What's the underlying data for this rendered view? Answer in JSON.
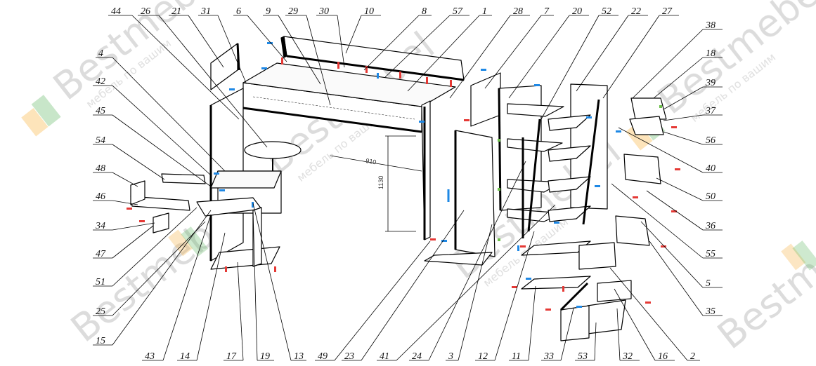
{
  "diagram": {
    "part_numbers": [
      "44",
      "26",
      "21",
      "31",
      "6",
      "9",
      "29",
      "30",
      "10",
      "8",
      "57",
      "1",
      "28",
      "7",
      "20",
      "52",
      "22",
      "27",
      "38",
      "18",
      "39",
      "37",
      "56",
      "40",
      "50",
      "36",
      "55",
      "5",
      "35",
      "2",
      "16",
      "32",
      "53",
      "33",
      "11",
      "12",
      "3",
      "24",
      "41",
      "23",
      "49",
      "13",
      "19",
      "17",
      "14",
      "43",
      "15",
      "25",
      "51",
      "47",
      "34",
      "46",
      "48",
      "54",
      "45",
      "42",
      "4"
    ],
    "dimensions": {
      "width": "910",
      "height": "1130"
    }
  },
  "watermark": {
    "brand": "Bestmebel",
    "slogan": "мебель по вашим",
    "color_green": "#4caf50",
    "color_orange": "#f5a623"
  },
  "colors": {
    "line": "#000000",
    "fitting_blue": "#1e88e5",
    "fitting_red": "#e53935"
  }
}
